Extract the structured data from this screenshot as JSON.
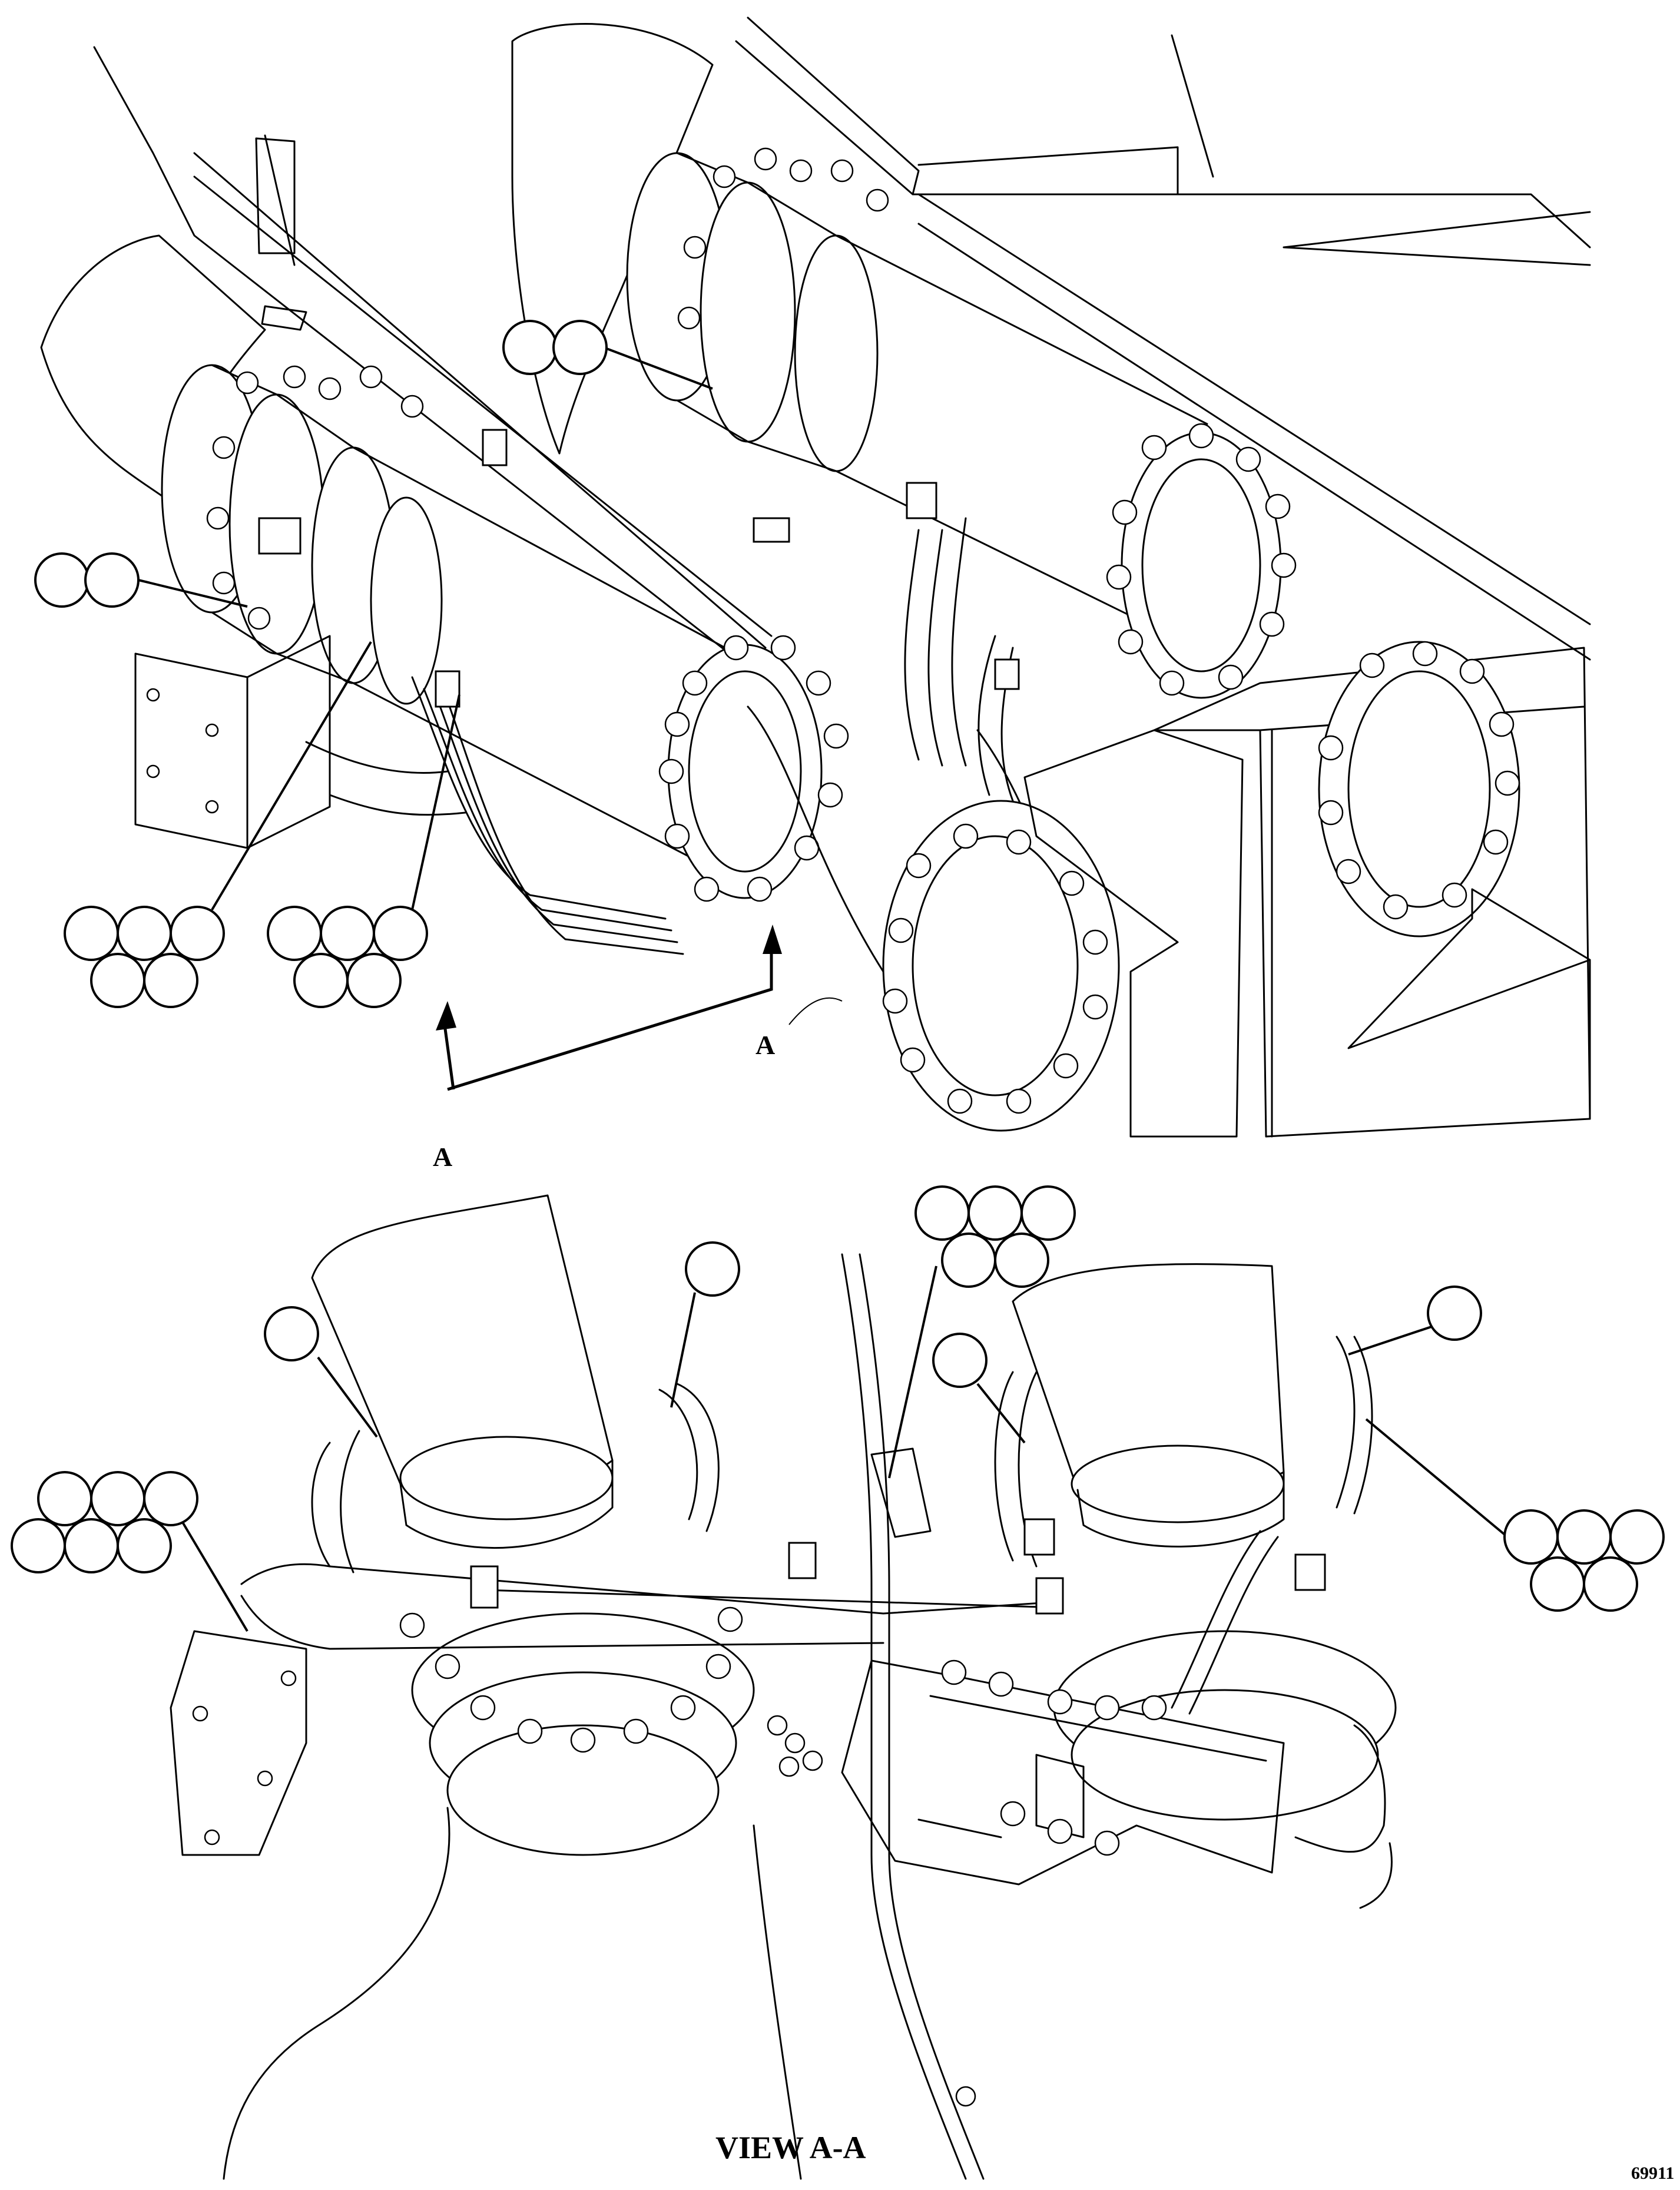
{
  "labels": {
    "section_mark": "A",
    "view_title": "VIEW A-A",
    "figure_number": "69911"
  },
  "callout_groups": [
    {
      "id": "top-left-pair",
      "count": 2
    },
    {
      "id": "top-center-pair",
      "count": 2
    },
    {
      "id": "top-left-cluster-a",
      "count": 5
    },
    {
      "id": "top-left-cluster-b",
      "count": 5
    },
    {
      "id": "view-single-left",
      "count": 1
    },
    {
      "id": "view-single-center",
      "count": 1
    },
    {
      "id": "view-cluster-center",
      "count": 5
    },
    {
      "id": "view-single-right-a",
      "count": 1
    },
    {
      "id": "view-single-right-b",
      "count": 1
    },
    {
      "id": "view-cluster-left",
      "count": 6
    },
    {
      "id": "view-cluster-right",
      "count": 5
    }
  ],
  "icons": {
    "arrow": "section-view-arrow",
    "callout": "empty-callout-circle"
  }
}
